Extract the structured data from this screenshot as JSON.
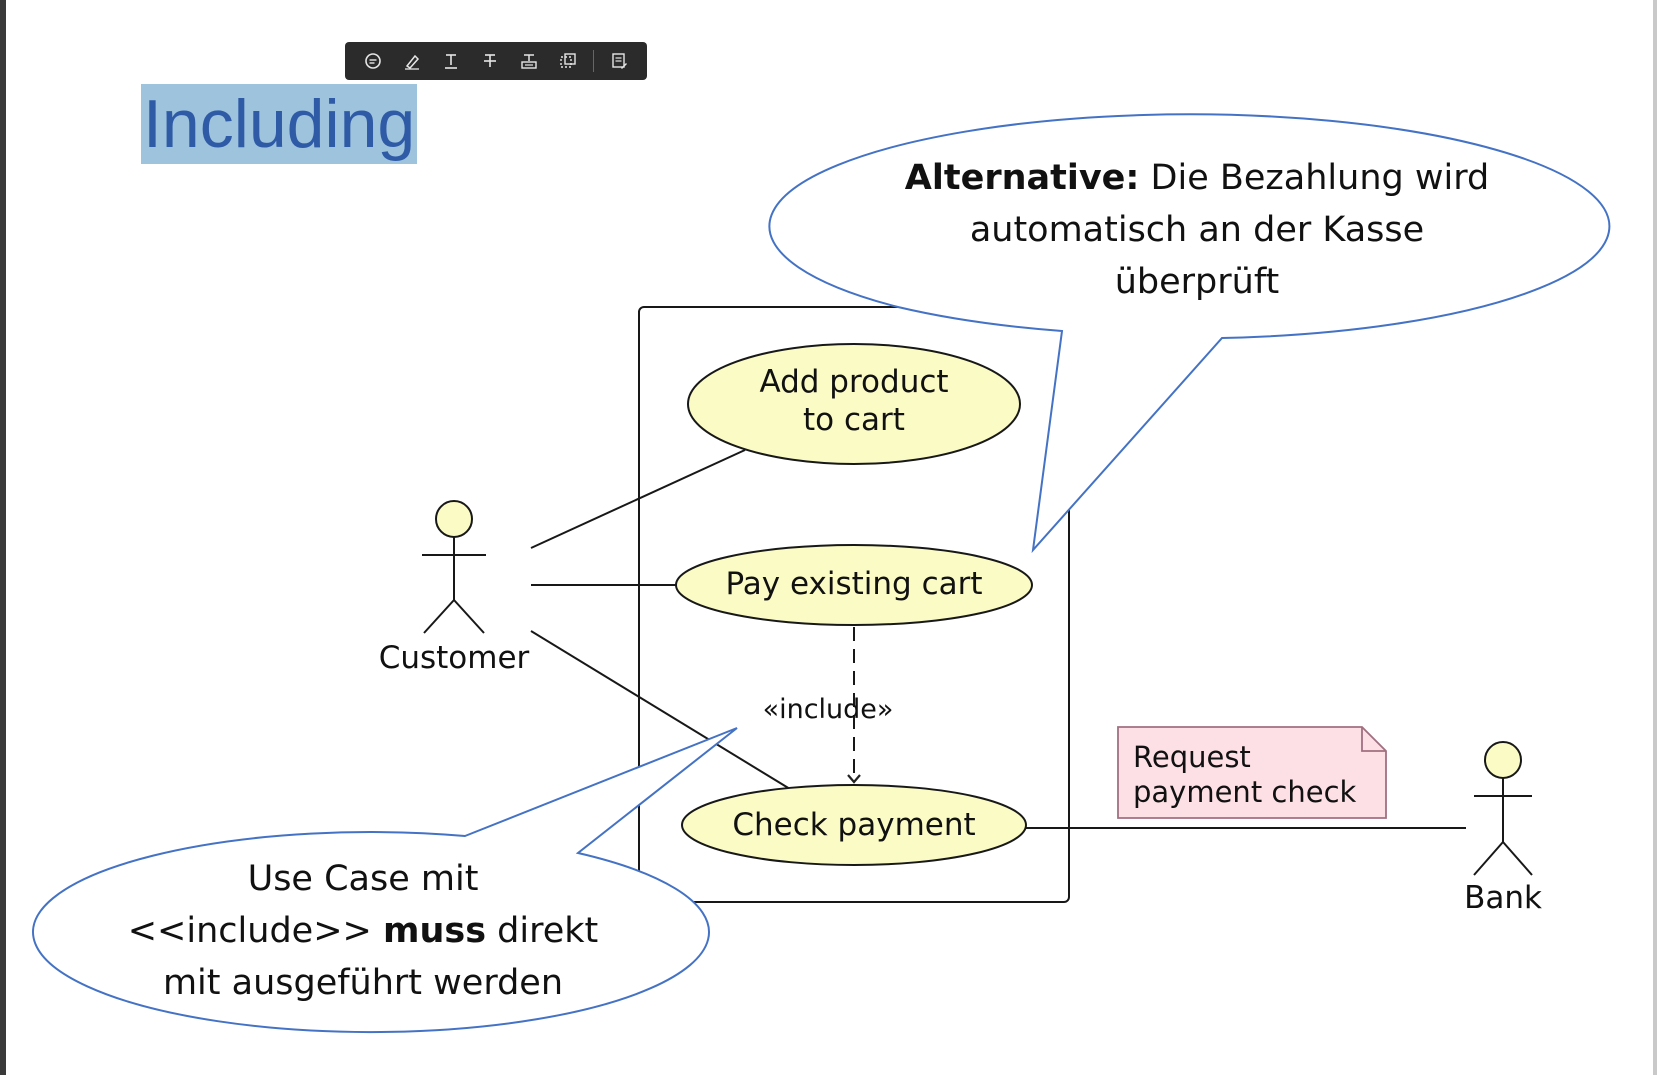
{
  "page": {
    "title": "Including"
  },
  "toolbar": {
    "tools": [
      "comment-icon",
      "highlight-pen-icon",
      "underline-text-icon",
      "strikethrough-text-icon",
      "text-box-icon",
      "select-area-icon",
      "notes-icon"
    ]
  },
  "diagram": {
    "actors": {
      "customer": "Customer",
      "bank": "Bank"
    },
    "use_cases": {
      "add_product": [
        "Add product",
        "to cart"
      ],
      "pay_cart": "Pay existing cart",
      "check_payment": "Check payment"
    },
    "include_label": "«include»",
    "note": [
      "Request",
      "payment check"
    ],
    "colors": {
      "usecase_fill": "#fbfbc5",
      "actor_fill": "#fbfbc5",
      "note_fill": "#fde0e5",
      "callout_stroke": "#4472c4",
      "title_color": "#2f5ba6",
      "title_highlight": "#9ec3dd"
    }
  },
  "callouts": {
    "top": {
      "bold": "Alternative:",
      "line1_rest": " Die Bezahlung wird",
      "line2": "automatisch an der Kasse",
      "line3": "überprüft"
    },
    "bottom": {
      "line1": "Use Case mit",
      "line2_pre": "<<include>> ",
      "line2_bold": "muss",
      "line2_post": " direkt",
      "line3": "mit ausgeführt werden"
    }
  }
}
